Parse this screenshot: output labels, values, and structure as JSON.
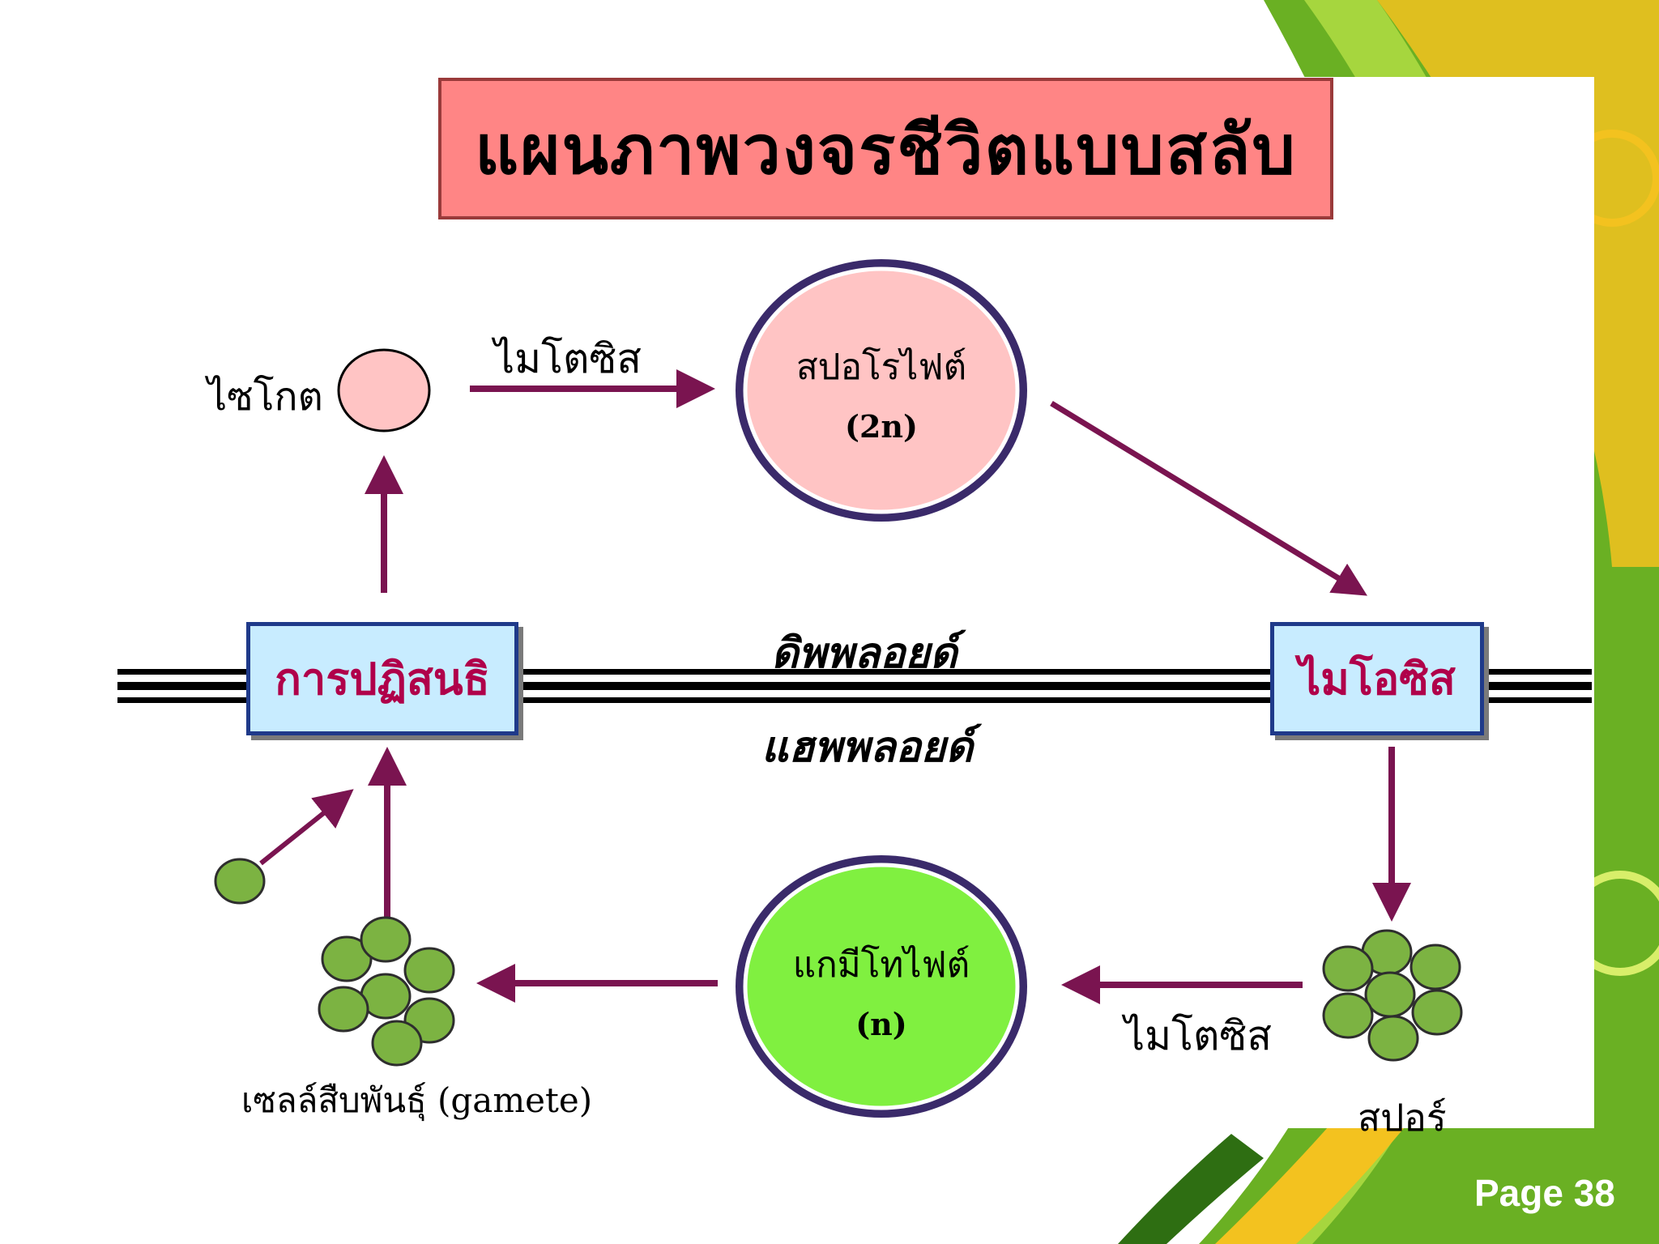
{
  "title": "แผนภาพวงจรชีวิตแบบสลับ",
  "labels": {
    "zygote": "ไซโกต",
    "mitosis_top": "ไมโตซิส",
    "sporophyte": "สปอโรไฟต์",
    "sporophyte_ploidy": "(2n)",
    "fertilization": "การปฏิสนธิ",
    "diploid": "ดิพพลอยด์",
    "haploid": "แฮพพลอยด์",
    "meiosis": "ไมโอซิส",
    "gametophyte": "แกมีโทไฟต์",
    "gametophyte_ploidy": "(n)",
    "mitosis_bottom": "ไมโตซิส",
    "gametes": "เซลล์สืบพันธุ์ (gamete)",
    "spores": "สปอร์"
  },
  "page": "Page 38",
  "colors": {
    "title_bg": "#ff8585",
    "sporophyte_fill": "#ffc4c4",
    "gametophyte_fill": "#80f040",
    "cell_green": "#7cb342",
    "arrow": "#7a1450",
    "box_fill": "#c8ecff",
    "box_text": "#b0004a"
  }
}
